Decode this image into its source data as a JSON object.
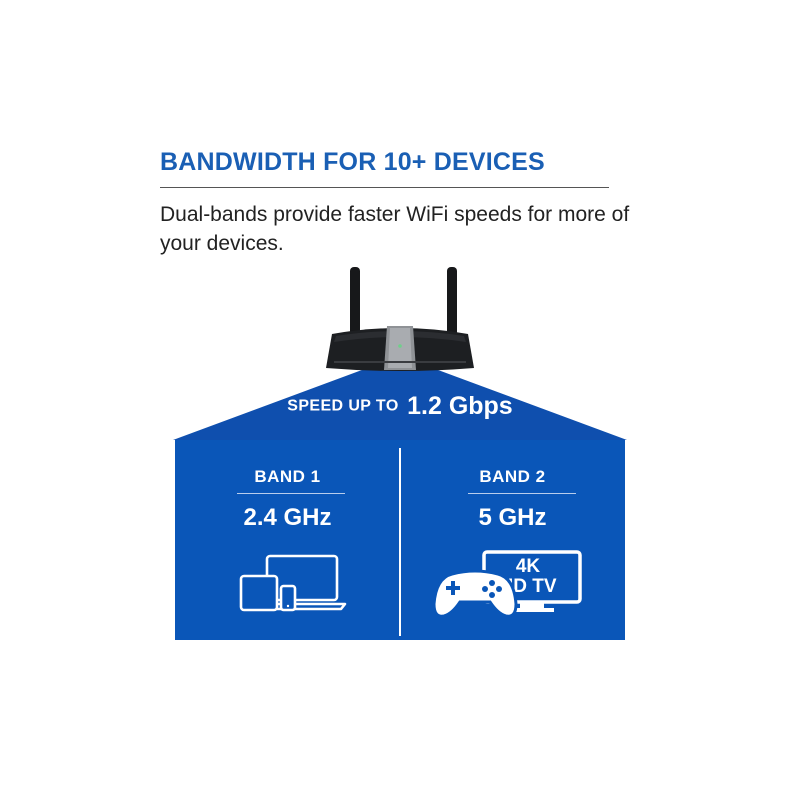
{
  "header": {
    "title": "BANDWIDTH FOR 10+ DEVICES",
    "subtitle": "Dual-bands provide faster WiFi speeds for more of your devices."
  },
  "speed": {
    "label": "SPEED UP TO",
    "value": "1.2 Gbps"
  },
  "bands": [
    {
      "name": "BAND 1",
      "frequency": "2.4 GHz",
      "icon": "laptop-tablet-phone-icon"
    },
    {
      "name": "BAND 2",
      "frequency": "5 GHz",
      "icon": "gamepad-and-tv-icon",
      "tv_line1": "4K",
      "tv_line2": "HD TV"
    }
  ],
  "colors": {
    "brand_blue": "#1a5fb4",
    "beam_blue": "#0f4fae",
    "panel_blue": "#0a56b8",
    "router_body": "#1d1f22"
  }
}
